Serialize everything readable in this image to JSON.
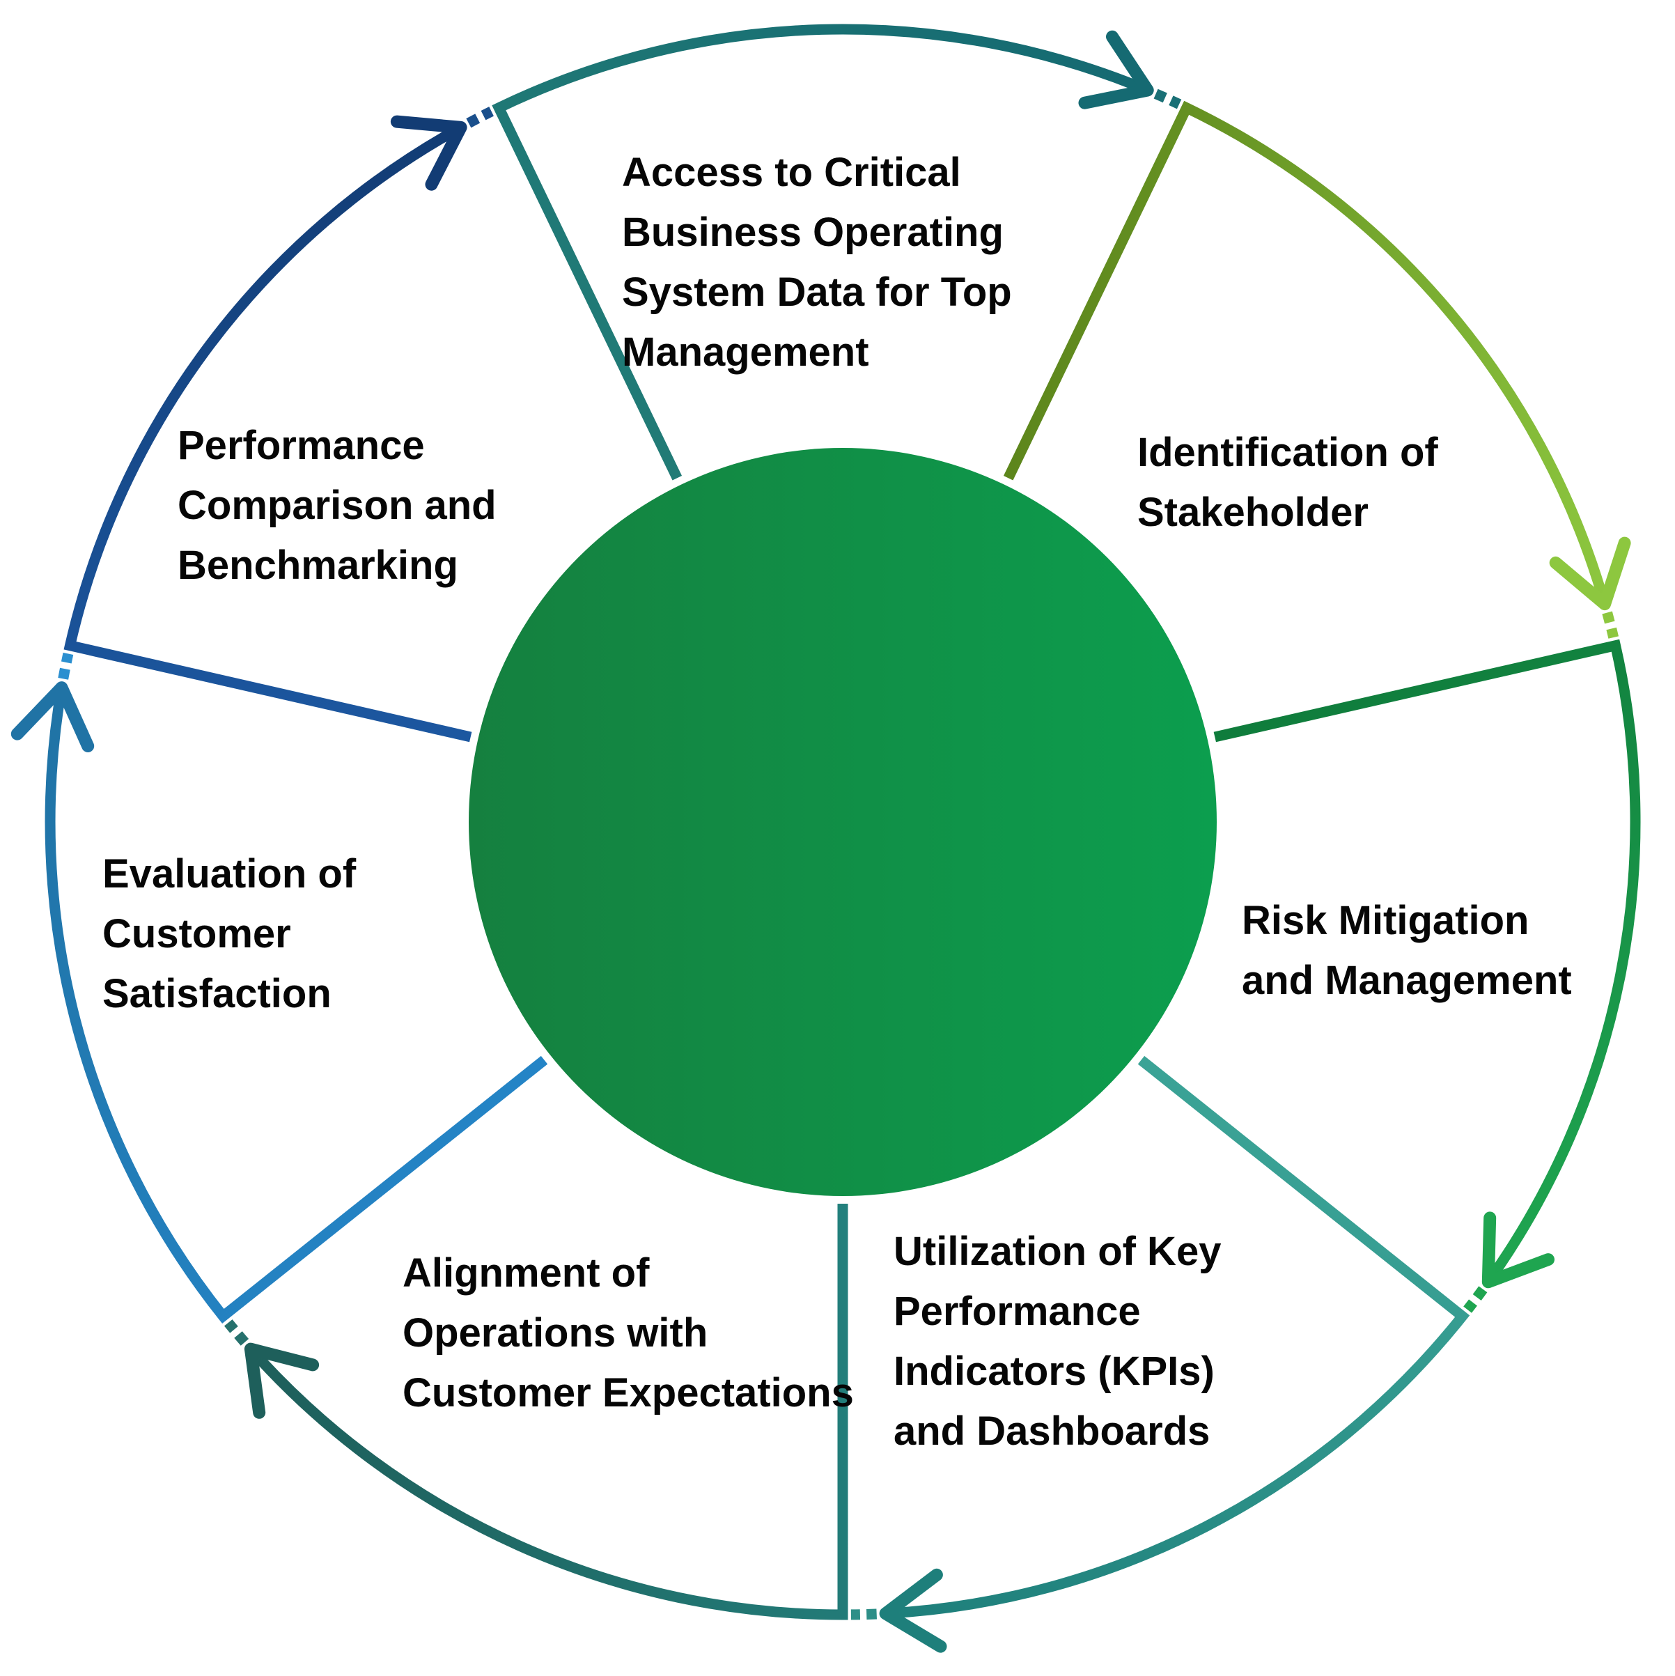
{
  "diagram": {
    "type": "cycle-diagram",
    "flow": "clockwise",
    "background": "#ffffff",
    "center": {
      "shape": "circle",
      "gradient_left": "#15803F",
      "gradient_right": "#0C9E4E"
    },
    "text_color": "#060606",
    "segments": [
      {
        "id": "access",
        "label": "Access to Critical\nBusiness Operating\nSystem Data for Top\nManagement",
        "start_angle": 334.29,
        "color_start": "#217B76",
        "color_end": "#156A72",
        "dash_color": "#1A7076"
      },
      {
        "id": "identification",
        "label": "Identification of\nStakeholder",
        "start_angle": 25.71,
        "color_start": "#5D861C",
        "color_end": "#8DC73F",
        "dash_color": "#8DC73F"
      },
      {
        "id": "risk",
        "label": "Risk Mitigation\nand Management",
        "start_angle": 77.14,
        "color_start": "#0F7C3C",
        "color_end": "#1FA550",
        "dash_color": "#1FA550"
      },
      {
        "id": "utilization",
        "label": "Utilization of Key\nPerformance\nIndicators (KPIs)\nand Dashboards",
        "start_angle": 128.57,
        "color_start": "#3BA396",
        "color_end": "#1E7F7B",
        "dash_color": "#2E8F88"
      },
      {
        "id": "alignment",
        "label": "Alignment of\nOperations with\nCustomer Expectations",
        "start_angle": 180.0,
        "color_start": "#23807D",
        "color_end": "#1E5F5B",
        "dash_color": "#26716D"
      },
      {
        "id": "evaluation",
        "label": "Evaluation of\nCustomer\nSatisfaction",
        "start_angle": 231.43,
        "color_start": "#2484C6",
        "color_end": "#2073A5",
        "dash_color": "#2B8FD0"
      },
      {
        "id": "performance",
        "label": "Performance\nComparison and\nBenchmarking",
        "start_angle": 282.86,
        "color_start": "#1C57A0",
        "color_end": "#123C74",
        "dash_color": "#1A4F8C"
      }
    ]
  }
}
